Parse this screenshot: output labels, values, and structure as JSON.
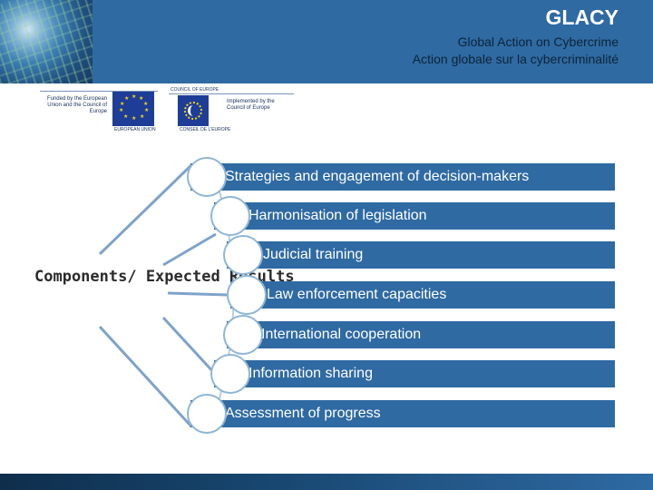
{
  "header": {
    "title": "GLACY",
    "subtitle_en": "Global Action on Cybercrime",
    "subtitle_fr": "Action globale sur la cybercriminalité"
  },
  "logos": {
    "eu": {
      "funded_text": "Funded by the European Union and the Council of Europe",
      "caption": "EUROPEAN UNION"
    },
    "coe": {
      "top_caption": "COUNCIL OF EUROPE",
      "implemented_text": "Implemented by the Council of Europe",
      "bottom_caption": "CONSEIL DE L'EUROPE"
    }
  },
  "diagram": {
    "left_label": "Components/ Expected Results",
    "items": [
      "Strategies and engagement of decision-makers",
      "Harmonisation of legislation",
      "Judicial training",
      "Law enforcement capacities",
      "International cooperation",
      "Information sharing",
      "Assessment of progress"
    ]
  },
  "colors": {
    "header_blue": "#2f6aa3",
    "bar_blue": "#2f6aa3",
    "subtitle_text": "#0d2438"
  }
}
